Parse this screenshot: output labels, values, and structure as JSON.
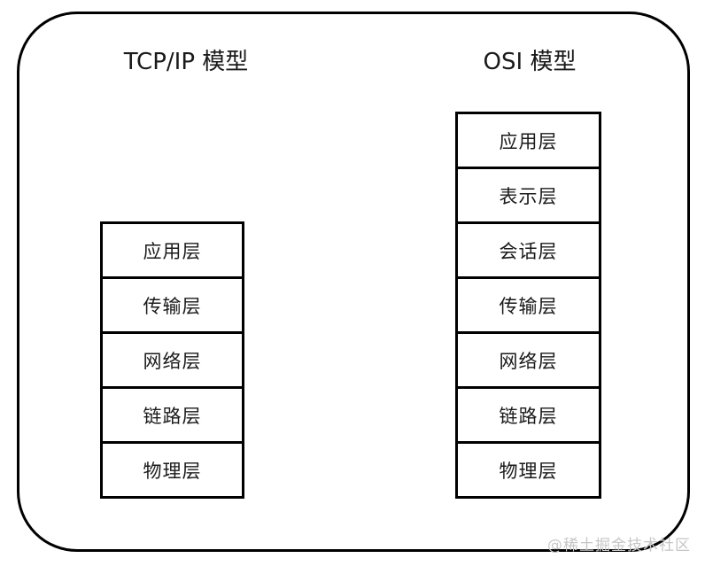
{
  "diagram": {
    "left_stack": {
      "title": "TCP/IP 模型",
      "layers": [
        "应用层",
        "传输层",
        "网络层",
        "链路层",
        "物理层"
      ]
    },
    "right_stack": {
      "title": "OSI 模型",
      "layers": [
        "应用层",
        "表示层",
        "会话层",
        "传输层",
        "网络层",
        "链路层",
        "物理层"
      ]
    },
    "watermark": "@稀土掘金技术社区",
    "colors": {
      "border": "#000000",
      "text": "#1a1a1a",
      "watermark": "#c6c6c6",
      "background": "#ffffff"
    }
  }
}
